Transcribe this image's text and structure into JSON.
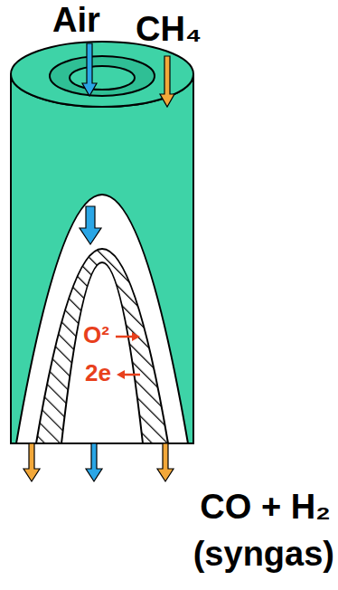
{
  "diagram": {
    "labels": [
      "Air",
      "CH₄",
      "O²",
      "2e",
      "CO + H₂",
      "(syngas)"
    ]
  }
}
